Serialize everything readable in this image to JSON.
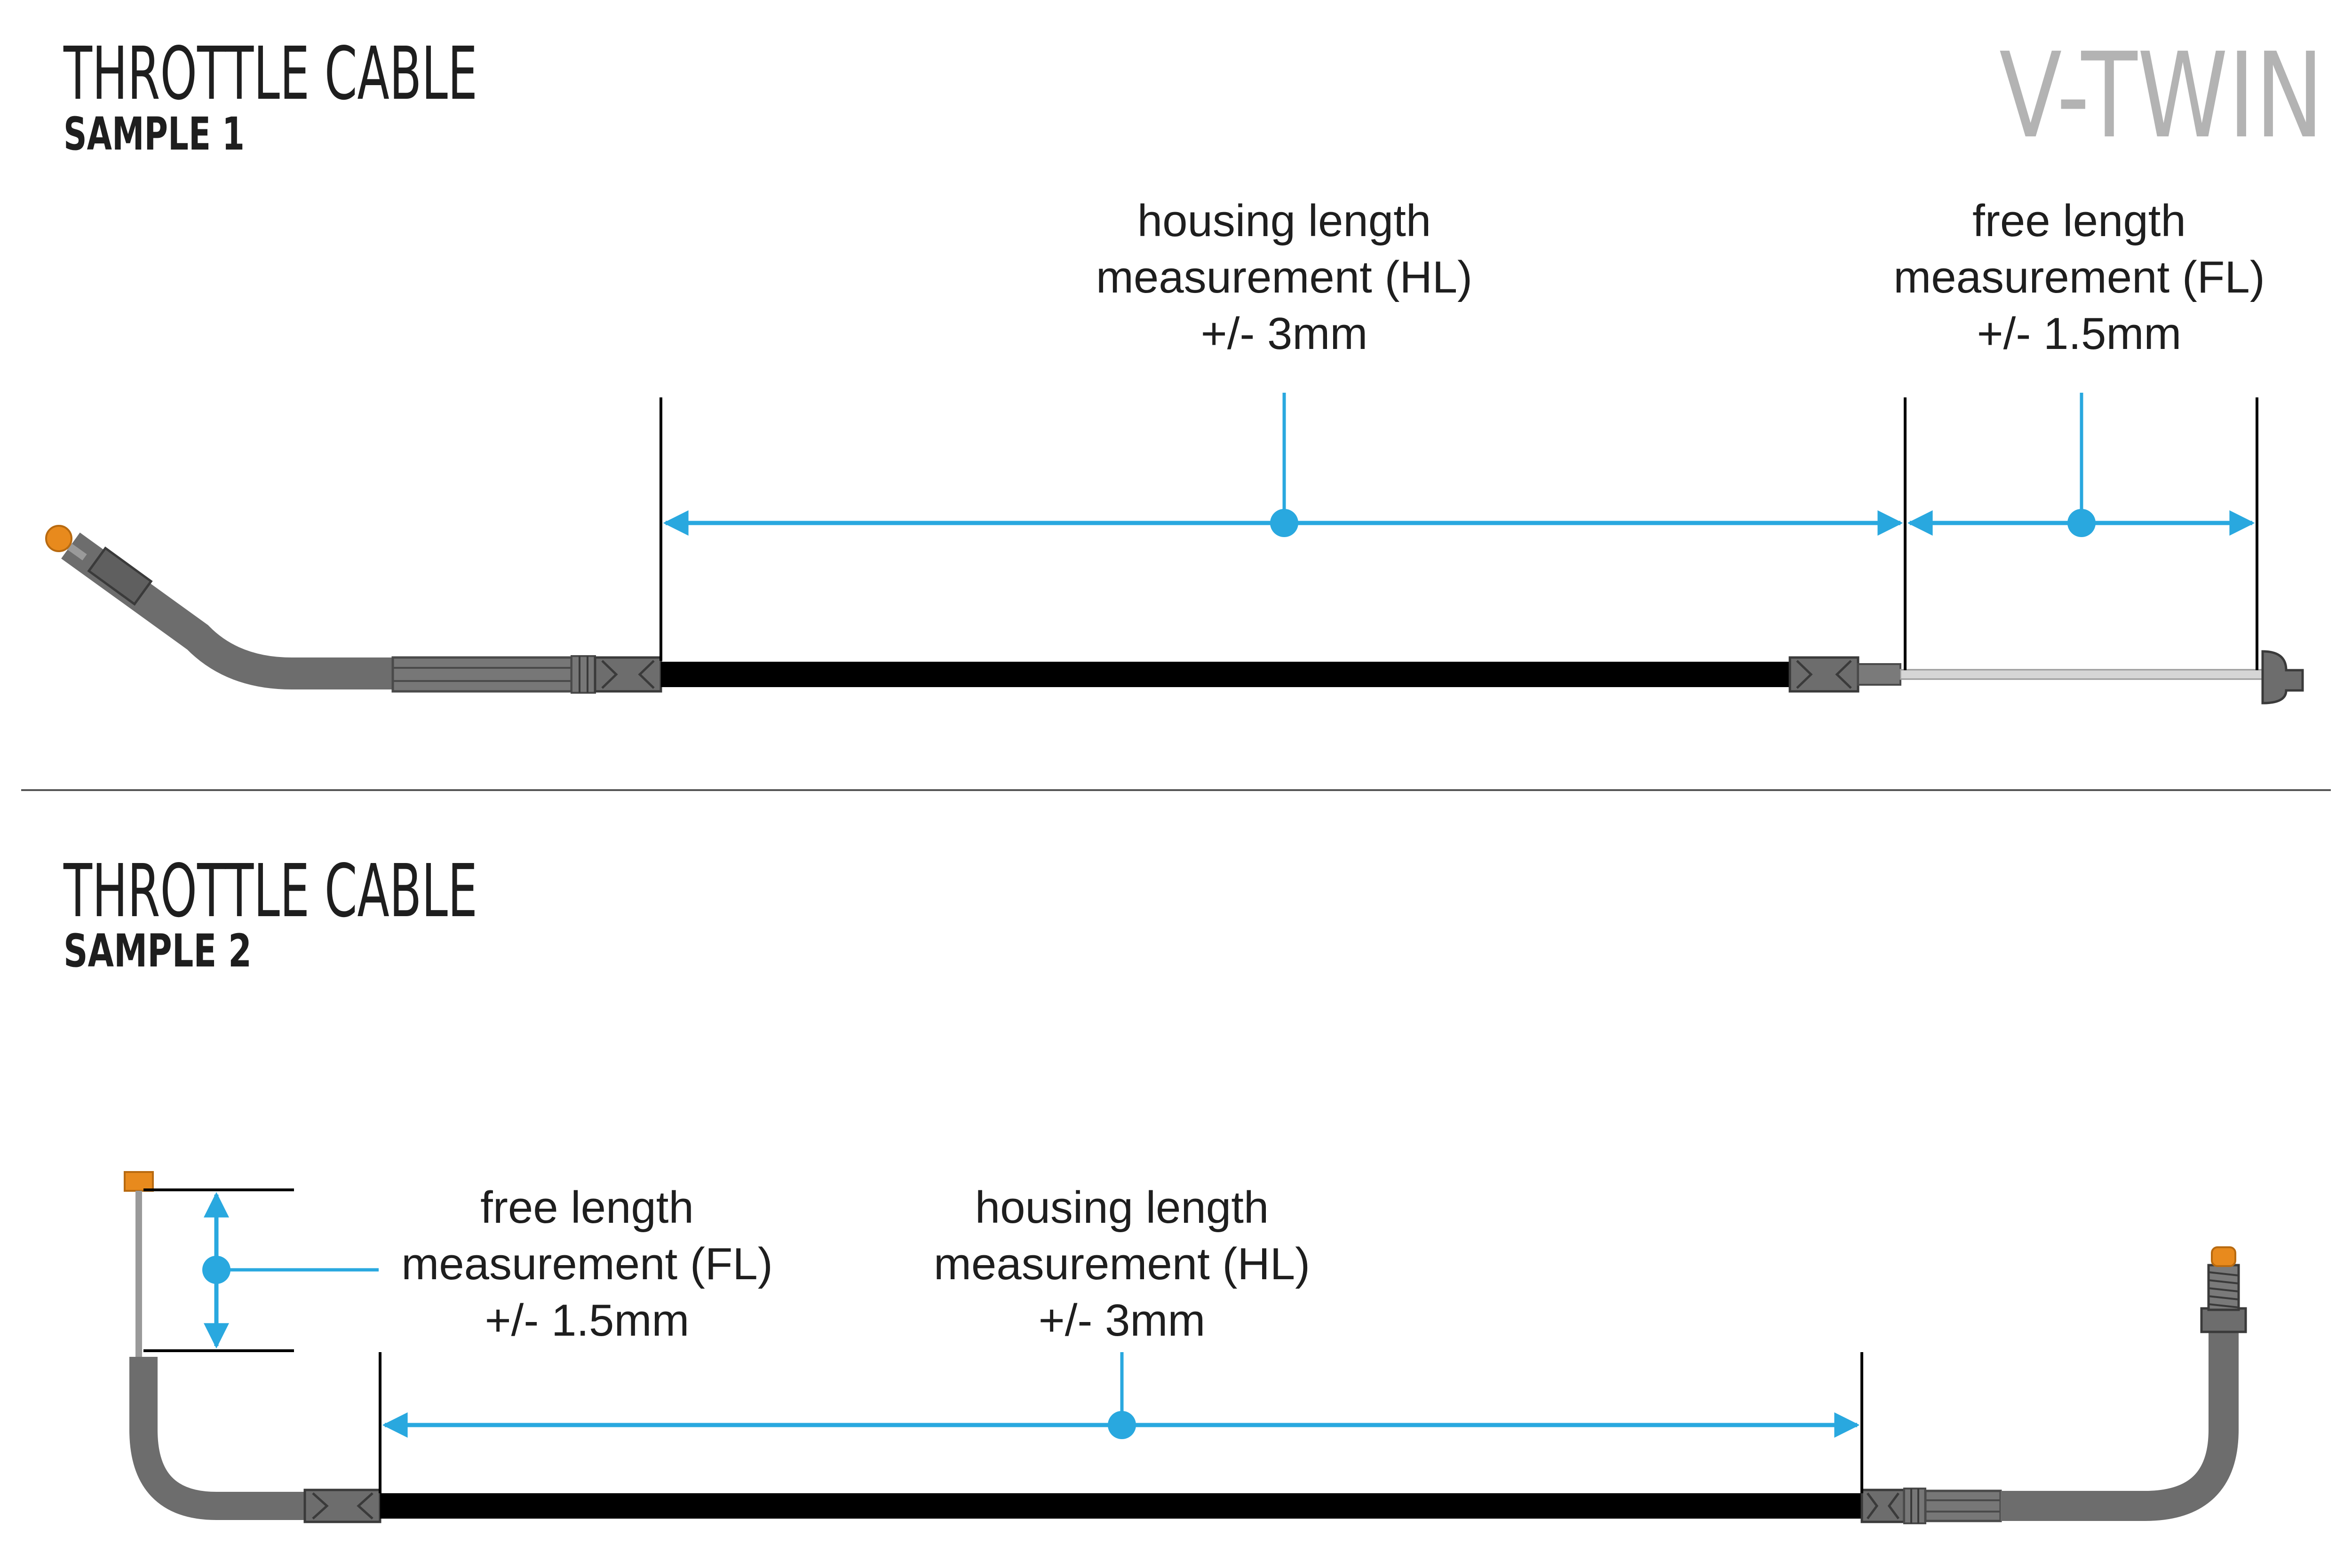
{
  "brand": "V-TWIN",
  "colors": {
    "accent": "#29a8df",
    "housing": "#000000",
    "fitting": "#6d6d6d",
    "tip": "#e88a1d",
    "divider": "#555555"
  },
  "sample1": {
    "title": "THROTTLE CABLE",
    "subtitle": "SAMPLE 1",
    "housing": {
      "line1": "housing length",
      "line2": "measurement (HL)",
      "line3": "+/- 3mm"
    },
    "free": {
      "line1": "free length",
      "line2": "measurement (FL)",
      "line3": "+/- 1.5mm"
    }
  },
  "sample2": {
    "title": "THROTTLE CABLE",
    "subtitle": "SAMPLE 2",
    "free": {
      "line1": "free length",
      "line2": "measurement (FL)",
      "line3": "+/- 1.5mm"
    },
    "housing": {
      "line1": "housing length",
      "line2": "measurement (HL)",
      "line3": "+/- 3mm"
    }
  }
}
